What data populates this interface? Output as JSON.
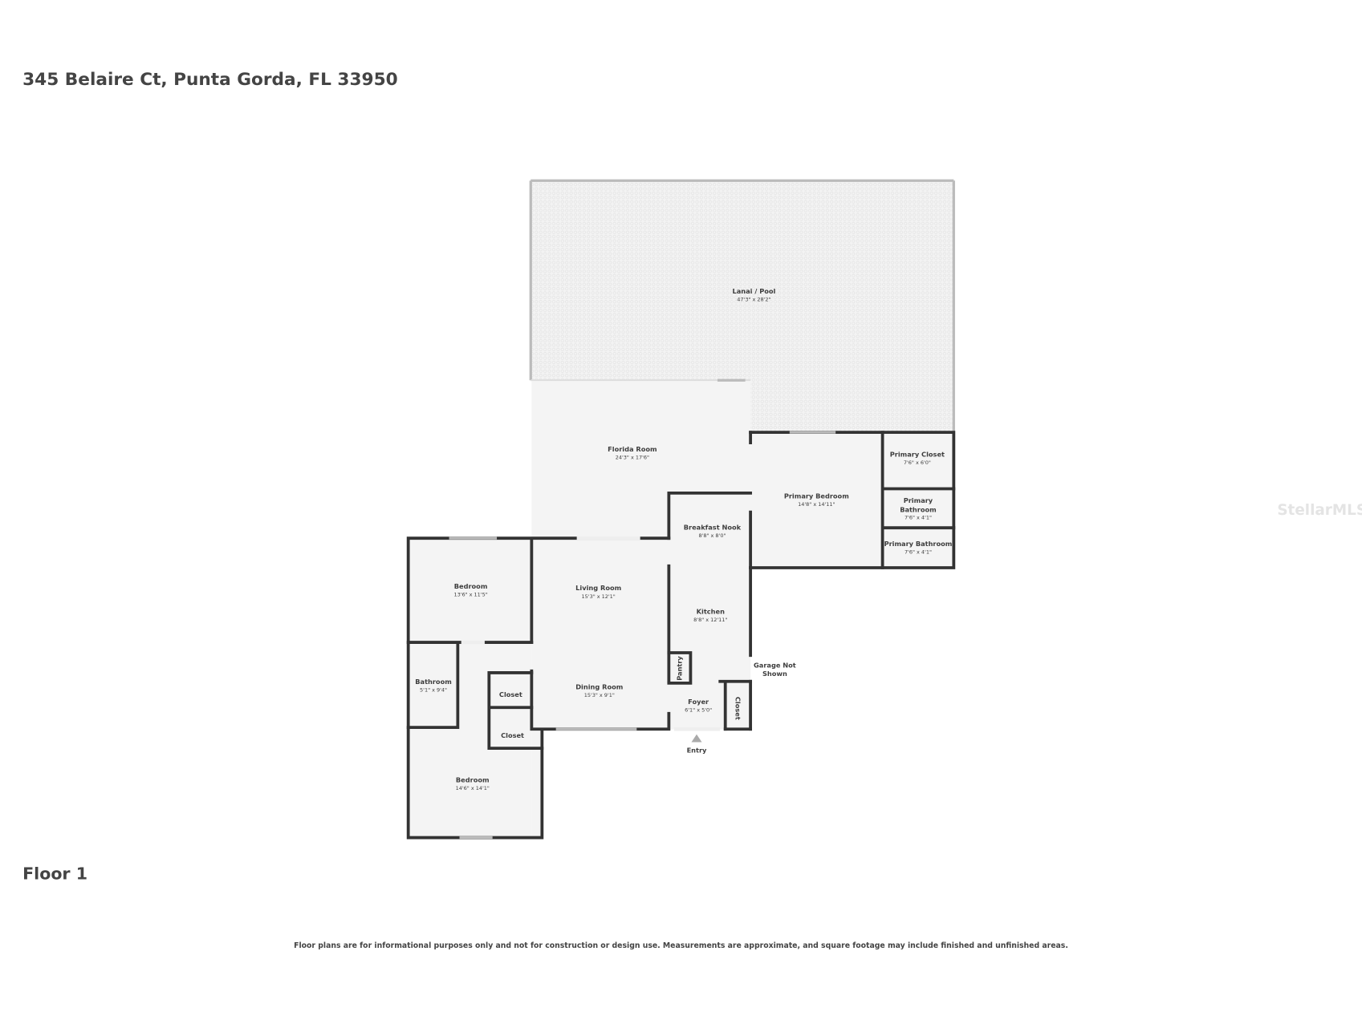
{
  "header": {
    "address": "345 Belaire Ct, Punta Gorda, FL 33950"
  },
  "floor_label": "Floor 1",
  "disclaimer": "Floor plans are for informational purposes only and not for construction or design use. Measurements are approximate, and square footage may include finished and unfinished areas.",
  "watermark": "StellarMLS",
  "rooms": {
    "lanai": {
      "name": "Lanai / Pool",
      "dims": "47'3\" x 28'2\""
    },
    "florida": {
      "name": "Florida Room",
      "dims": "24'3\" x 17'6\""
    },
    "primary_bedroom": {
      "name": "Primary Bedroom",
      "dims": "14'8\" x 14'11\""
    },
    "primary_closet": {
      "name": "Primary Closet",
      "dims": "7'6\" x 6'0\""
    },
    "primary_bath1": {
      "name_line1": "Primary",
      "name_line2": "Bathroom",
      "dims": "7'6\" x 4'1\""
    },
    "primary_bath2": {
      "name": "Primary Bathroom",
      "dims": "7'6\" x 4'1\""
    },
    "breakfast": {
      "name": "Breakfast Nook",
      "dims": "8'8\" x 8'0\""
    },
    "bedroom1": {
      "name": "Bedroom",
      "dims": "13'6\" x 11'5\""
    },
    "living": {
      "name": "Living Room",
      "dims": "15'3\" x 12'1\""
    },
    "kitchen": {
      "name": "Kitchen",
      "dims": "8'8\" x 12'11\""
    },
    "pantry": {
      "name": "Pantry"
    },
    "garage": {
      "line1": "Garage Not",
      "line2": "Shown"
    },
    "bathroom": {
      "name": "Bathroom",
      "dims": "5'1\" x 9'4\""
    },
    "closet1": {
      "name": "Closet"
    },
    "closet2": {
      "name": "Closet"
    },
    "dining": {
      "name": "Dining Room",
      "dims": "15'3\" x 9'1\""
    },
    "foyer": {
      "name": "Foyer",
      "dims": "6'1\" x 5'0\""
    },
    "foyer_closet": {
      "name": "Closet"
    },
    "entry": {
      "name": "Entry"
    },
    "bedroom2": {
      "name": "Bedroom",
      "dims": "14'6\" x 14'1\""
    }
  }
}
